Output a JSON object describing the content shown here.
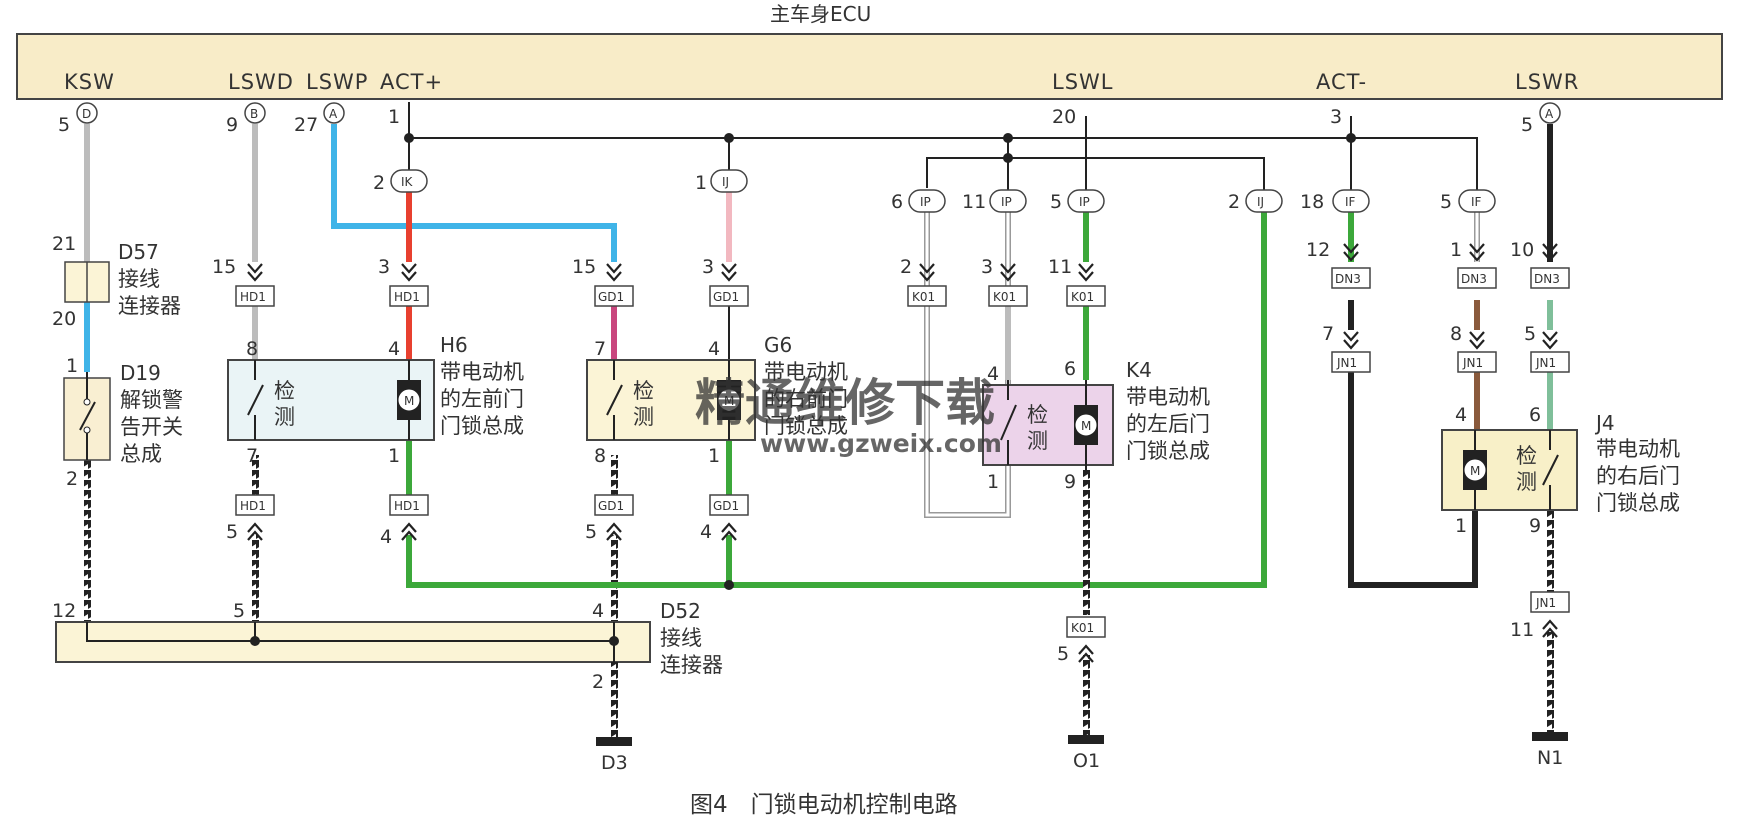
{
  "ecu": {
    "title": "主车身ECU"
  },
  "signals": {
    "ksw": "KSW",
    "lswd": "LSWD",
    "lswp": "LSWP",
    "act_plus": "ACT+",
    "lswl": "LSWL",
    "act_minus": "ACT-",
    "lswr": "LSWR"
  },
  "pins": {
    "ksw": "5",
    "lswd": "9",
    "lswp": "27",
    "act_plus": "1",
    "lswl": "20",
    "act_minus": "3",
    "lswr": "5",
    "j1k": "2",
    "j1j_top": "1",
    "p6": "6",
    "p11": "11",
    "p5": "5",
    "j1j_right": "2",
    "f18": "18",
    "f5": "5",
    "d57_top": "21",
    "d57_bottom": "20",
    "d19_top": "1",
    "d19_bottom": "2",
    "hd1_15": "15",
    "hd1_3": "3",
    "gd1_15": "15",
    "gd1_3": "3",
    "h6_8": "8",
    "h6_4": "4",
    "h6_7": "7",
    "h6_1": "1",
    "hd1_5": "5",
    "hd1_4": "4",
    "g6_7": "7",
    "g6_4": "4",
    "g6_8": "8",
    "g6_1": "1",
    "gd1_5": "5",
    "gd1_4": "4",
    "k01_2": "2",
    "k01_3": "3",
    "k01_11": "11",
    "k4_4": "4",
    "k4_1": "1",
    "k4_6": "6",
    "k4_9": "9",
    "k01_5": "5",
    "dn3_12": "12",
    "dn3_1": "1",
    "dn3_10": "10",
    "jn1_7": "7",
    "jn1_8": "8",
    "jn1_5": "5",
    "j4_4": "4",
    "j4_6": "6",
    "j4_1": "1",
    "j4_9": "9",
    "jn1_11": "11",
    "d52_12": "12",
    "d52_5": "5",
    "d52_4": "4",
    "d52_2": "2"
  },
  "connectors": {
    "hd1": "HD1",
    "gd1": "GD1",
    "k01": "K01",
    "dn3": "DN3",
    "jn1": "JN1"
  },
  "circle_labels": {
    "d": "D",
    "b": "B",
    "a": "A",
    "ik": "IK",
    "ij": "IJ",
    "ip": "IP",
    "if": "IF"
  },
  "components": {
    "d57": {
      "id": "D57",
      "desc": [
        "接线",
        "连接器"
      ]
    },
    "d19": {
      "id": "D19",
      "desc": [
        "解锁警",
        "告开关",
        "总成"
      ]
    },
    "h6": {
      "id": "H6",
      "desc": [
        "带电动机",
        "的左前门",
        "门锁总成"
      ],
      "detect": [
        "检",
        "测"
      ]
    },
    "g6": {
      "id": "G6",
      "desc": [
        "带电动机",
        "的右前门",
        "门锁总成"
      ],
      "detect": [
        "检",
        "测"
      ]
    },
    "k4": {
      "id": "K4",
      "desc": [
        "带电动机",
        "的左后门",
        "门锁总成"
      ],
      "detect": [
        "检",
        "测"
      ]
    },
    "j4": {
      "id": "J4",
      "desc": [
        "带电动机",
        "的右后门",
        "门锁总成"
      ],
      "detect": [
        "检",
        "测"
      ]
    },
    "d52": {
      "id": "D52",
      "desc": [
        "接线",
        "连接器"
      ]
    },
    "motor_symbol": "M"
  },
  "grounds": {
    "d3": "D3",
    "o1": "O1",
    "n1": "N1"
  },
  "caption": "图4　门锁电动机控制电路",
  "watermark": {
    "main": "精通维修下载",
    "url": "www.gzweix.com"
  },
  "colors": {
    "blue": "#3fb4e8",
    "red": "#e8402f",
    "green": "#3ca83a",
    "pink": "#f2b8c0",
    "magenta": "#c9467e",
    "brown": "#8a5a3c",
    "gray": "#bcbcbc",
    "black": "#222222",
    "ecu_fill": "#f8ecc8",
    "box_fill": "#fbf4d6",
    "h6_fill": "#eaf4f6",
    "k4_fill": "#ecd3ea",
    "j4_fill": "#f8f0c8"
  }
}
